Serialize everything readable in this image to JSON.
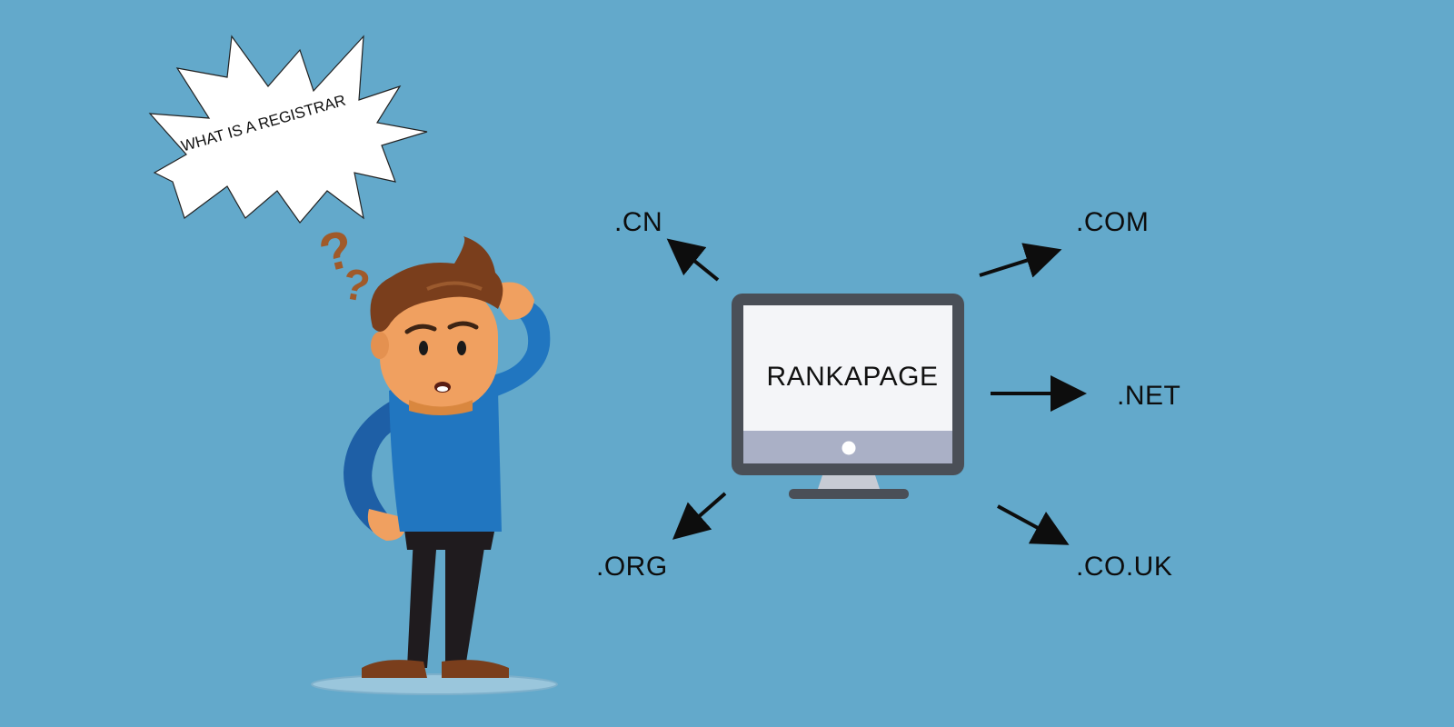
{
  "speech_bubble": {
    "text": "WHAT IS A REGISTRAR"
  },
  "monitor": {
    "screen_text": "RANKAPAGE"
  },
  "domains": {
    "cn": ".CN",
    "com": ".COM",
    "net": ".NET",
    "org": ".ORG",
    "couk": ".CO.UK"
  },
  "colors": {
    "background": "#63a9cb",
    "monitor_frame": "#4a4f57",
    "screen": "#f4f5f8",
    "shirt": "#2176c0",
    "skin": "#f0a060",
    "hair": "#7a3e1c",
    "question_marks": "#a05a2a"
  }
}
